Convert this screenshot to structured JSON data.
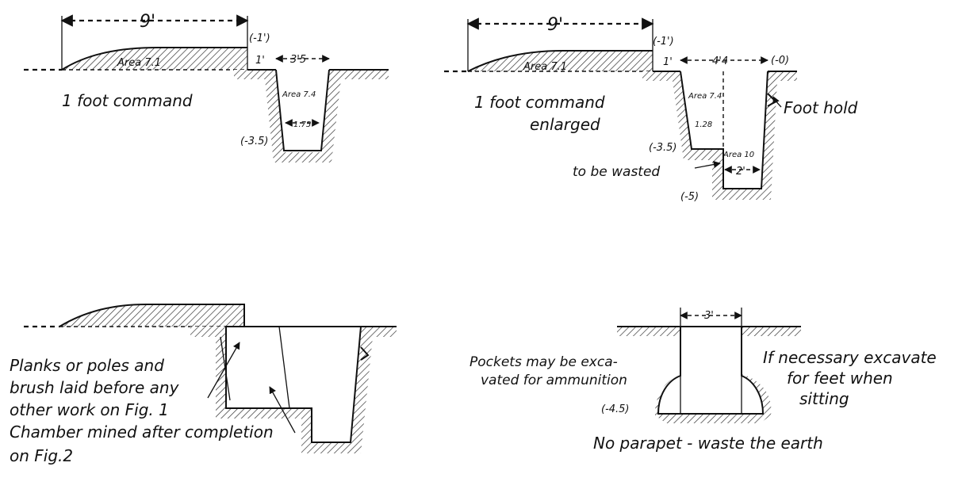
{
  "fig1": {
    "width_top": "9'",
    "cmd_depth": "(-1')",
    "left_offset": "1'",
    "trench_top": "3'5",
    "area_parapet": "Area 7.1",
    "area_trench": "Area 7.4",
    "trench_bottom": "1.75",
    "depth": "(-3.5)",
    "caption": "1 foot command"
  },
  "fig2": {
    "width_top": "9'",
    "cmd_depth": "(-1')",
    "left_offset": "1'",
    "trench_top": "4'4",
    "zero": "(-0)",
    "area_parapet": "Area 7.1",
    "area_trench": "Area 7.4",
    "step_width": "1.28",
    "area_lower": "Area 10",
    "lower_width": "2'",
    "depth_step": "(-3.5)",
    "depth_bottom": "(-5)",
    "caption_line1": "1 foot command",
    "caption_line2": "enlarged",
    "foothold": "Foot hold",
    "wasted": "to be wasted"
  },
  "fig3": {
    "line1": "Planks or poles and",
    "line2": "brush laid before any",
    "line3": "other work on Fig. 1",
    "line4": "Chamber mined after completion",
    "line5": "on Fig.2"
  },
  "fig4": {
    "width": "3'",
    "left_line1": "Pockets may be exca-",
    "left_line2": "vated for ammunition",
    "right_line1": "If necessary excavate",
    "right_line2": "for feet when",
    "right_line3": "sitting",
    "depth": "(-4.5)",
    "caption": "No parapet - waste the earth"
  }
}
